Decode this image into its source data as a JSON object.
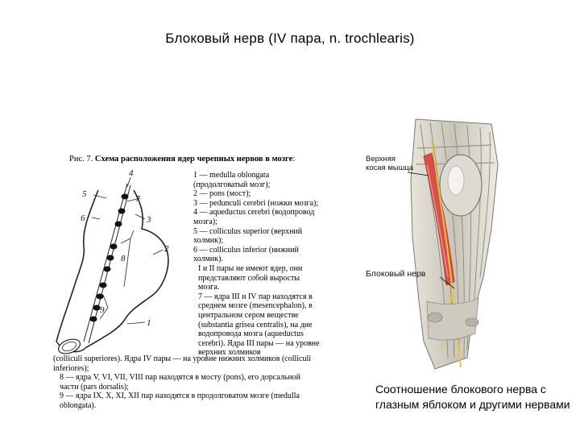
{
  "title": "Блоковый нерв  (IV пара, n. trochlearis)",
  "figure_left": {
    "heading_prefix": "Рис. 7.",
    "heading": "Схема расположения ядер черепных нервов в мозге",
    "heading_suffix": ":",
    "callouts": [
      "1",
      "2",
      "3",
      "4",
      "5",
      "6",
      "7",
      "8",
      "9"
    ],
    "legend": [
      "1 — medulla oblongata (продолговатый мозг);",
      "2 — pons (мост);",
      "3 — pedunculi cerebri (ножки мозга);",
      "4 — aqueductus cerebri (водопровод мозга);",
      "5 — colliculus superior (верхний холмик);",
      "6 — colliculus inferior (нижний холмик).",
      "I и II пары не имеют ядер, они представляют собой выросты мозга.",
      "7 — ядра III и IV пар находятся в среднем мозге (mesencephalon), в центральном сером веществе (substantia grisea centralis), на дне водопровода мозга (aqueductus cerebri). Ядра III пары — на уровне верхних холмиков"
    ],
    "bottom": [
      "(colliculi superiores). Ядра IV пары — на уровне нижних холмиков (colliculi inferiores);",
      "8 — ядра V, VI, VII, VIII пар находятся в мосту (pons), его дорсальной части (pars dorsalis);",
      "9 — ядра IX, X, XI, XII пар находятся в продолговатом мозге (medulla oblongata)."
    ]
  },
  "figure_right": {
    "label_muscle": "Верхняя косая мышца",
    "label_nerve": "Блоковый нерв",
    "colors": {
      "muscle": "#d8504a",
      "nerve": "#e6c640",
      "tissue": "#c9c4b8"
    }
  },
  "caption": "Соотношение блокового нерва с глазным яблоком и другими нервами"
}
